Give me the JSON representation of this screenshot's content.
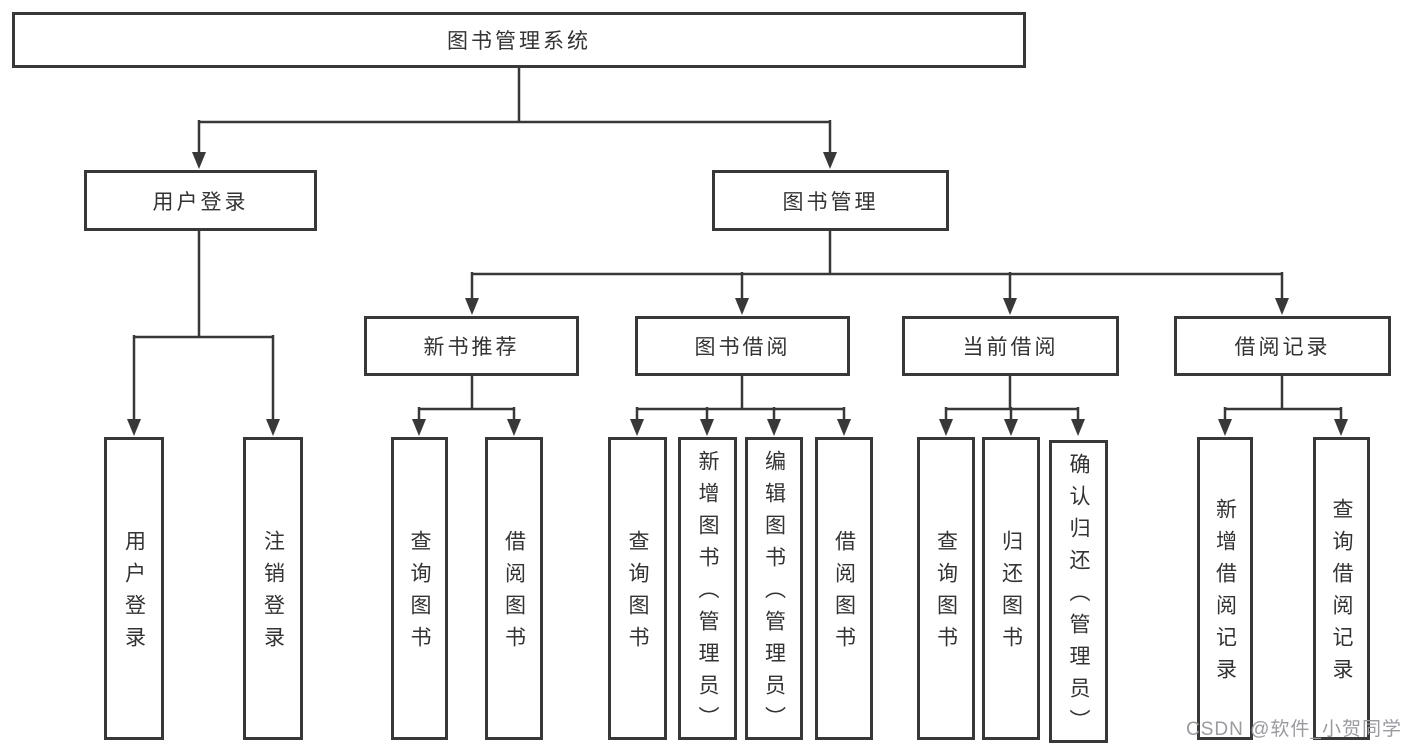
{
  "diagram": {
    "root": {
      "label": "图书管理系统"
    },
    "branches": [
      {
        "label": "用户登录",
        "children": [
          {
            "label": "用户登录"
          },
          {
            "label": "注销登录"
          }
        ]
      },
      {
        "label": "图书管理",
        "children": [
          {
            "label": "新书推荐",
            "children": [
              {
                "label": "查询图书"
              },
              {
                "label": "借阅图书"
              }
            ]
          },
          {
            "label": "图书借阅",
            "children": [
              {
                "label": "查询图书"
              },
              {
                "label": "新增图书（管理员）"
              },
              {
                "label": "编辑图书（管理员）"
              },
              {
                "label": "借阅图书"
              }
            ]
          },
          {
            "label": "当前借阅",
            "children": [
              {
                "label": "查询图书"
              },
              {
                "label": "归还图书"
              },
              {
                "label": "确认归还（管理员）"
              }
            ]
          },
          {
            "label": "借阅记录",
            "children": [
              {
                "label": "新增借阅记录"
              },
              {
                "label": "查询借阅记录"
              }
            ]
          }
        ]
      }
    ]
  },
  "colors": {
    "line": "#383838",
    "text": "#333333",
    "watermark": "#9a9aa0",
    "background": "#ffffff"
  },
  "watermark": {
    "text": "CSDN @软件_小贺同学"
  }
}
